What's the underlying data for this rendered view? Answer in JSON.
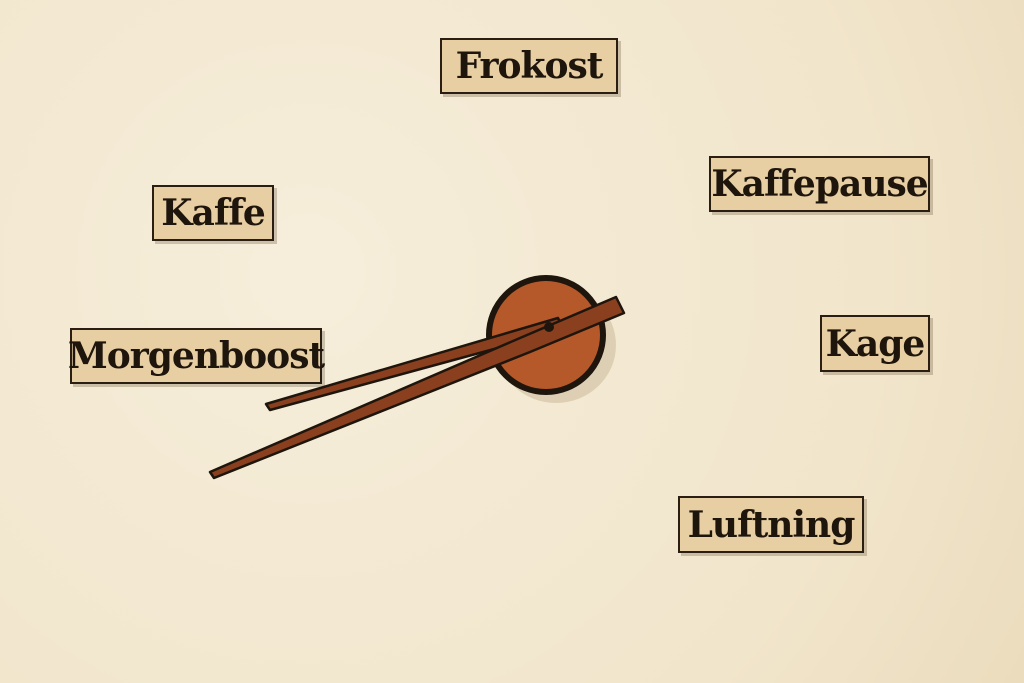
{
  "labels": {
    "frokost": "Frokost",
    "kaffe": "Kaffe",
    "kaffepause": "Kaffepause",
    "morgenboost": "Morgenboost",
    "kage": "Kage",
    "luftning": "Luftning"
  },
  "colors": {
    "background": "#f3e9d2",
    "label_fill": "#e8cfa3",
    "hub": "#b5592a",
    "hand": "#8a3f1e",
    "outline": "#1e150d"
  }
}
